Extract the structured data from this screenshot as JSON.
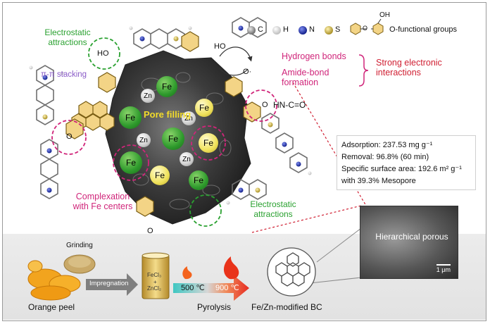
{
  "legend": {
    "items": [
      {
        "symbol": "C",
        "color": "#8f8f8f"
      },
      {
        "symbol": "H",
        "color": "#e3e3e3"
      },
      {
        "symbol": "N",
        "color": "#1c2fb8"
      },
      {
        "symbol": "S",
        "color": "#c9b14a"
      }
    ],
    "bridge_atom": "O",
    "oh_label": "OH",
    "groups_label": "O-functional groups"
  },
  "interactions": {
    "electrostatic_top": "Electrostatic attractions",
    "pi_stacking": "π-π stacking",
    "pore_filling": "Pore filling",
    "complexation": "Complexation with Fe centers",
    "electrostatic_bottom": "Electrostatic attractions",
    "hydrogen_bonds": "Hydrogen bonds",
    "amide_bond": "Amide-bond formation",
    "strong_electronic": "Strong electronic interactions",
    "amide_formula": "HN-C=O",
    "ho_label": "HO",
    "o_radical": "O·",
    "o_left": "O",
    "o_bottom": "O",
    "o_right": "O"
  },
  "particles": {
    "fe": "Fe",
    "zn": "Zn"
  },
  "properties": {
    "adsorption": "Adsorption: 237.53 mg g⁻¹",
    "removal": "Removal: 96.8% (60 min)",
    "surface_area": "Specific surface area: 192.6 m² g⁻¹",
    "mesopore": "with 39.3% Mesopore"
  },
  "sem_image": {
    "caption": "Hierarchical porous",
    "scale_bar": "1 μm"
  },
  "process": {
    "orange_peel": "Orange peel",
    "grinding": "Grinding",
    "impregnation": "Impregnation",
    "fecl3": "FeCl₃",
    "plus": "+",
    "zncl2": "ZnCl₂",
    "temp1": "500 ℃",
    "temp2": "900 ℃",
    "pyrolysis": "Pyrolysis",
    "product": "Fe/Zn-modified BC"
  },
  "colors": {
    "green_label": "#2aa130",
    "pink_label": "#d0257a",
    "red_label": "#d01f32",
    "fe_sphere": "#2e9a2c",
    "fe_sphere_light": "#f0e25c",
    "zn_sphere": "#cfcfcf",
    "ring_fill": "#f3d486"
  }
}
